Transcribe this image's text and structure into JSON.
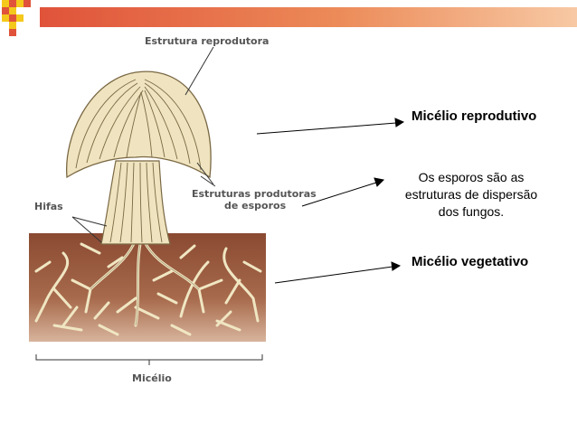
{
  "diagram": {
    "labels": {
      "top": "Estrutura reprodutora",
      "hifas": "Hifas",
      "spore_line1": "Estruturas produtoras",
      "spore_line2": "de esporos",
      "bottom": "Micélio"
    }
  },
  "annotations": {
    "reprodutivo": "Micélio reprodutivo",
    "esporos_line1": "Os esporos são as",
    "esporos_line2": "estruturas de dispersão",
    "esporos_line3": "dos fungos.",
    "vegetativo": "Micélio vegetativo"
  },
  "colors": {
    "accent_red": "#e0533a",
    "accent_orange": "#f2a66e",
    "checker_yellow": "#f5c81c",
    "soil": "#8a4a32",
    "hypha": "#f0e6c2",
    "hypha_stroke": "#7a6844"
  }
}
